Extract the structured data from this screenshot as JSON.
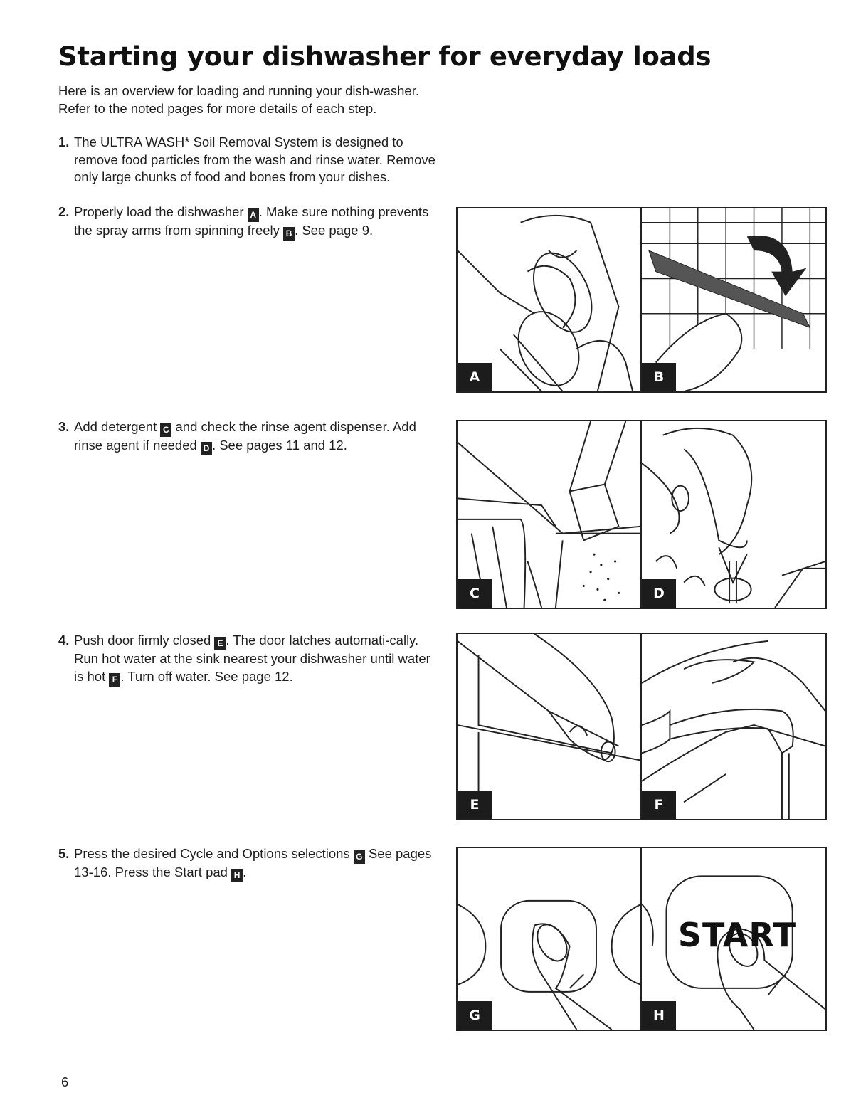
{
  "title": "Starting your dishwasher for everyday loads",
  "intro": "Here is an overview for loading and running your dish-washer. Refer to the noted pages for more details of each step.",
  "steps": [
    {
      "number": "1.",
      "parts": [
        "The ULTRA WASH* Soil Removal System is designed to remove food particles from the wash and rinse water. Remove only large chunks of food and bones from your dishes."
      ]
    },
    {
      "number": "2.",
      "parts": [
        "Properly load the dishwasher ",
        ". Make sure nothing prevents the spray arms from spinning freely ",
        ". See page 9."
      ],
      "tags": [
        "A",
        "B"
      ]
    },
    {
      "number": "3.",
      "parts": [
        "Add detergent ",
        " and check the rinse agent dispenser. Add rinse agent if needed ",
        ". See pages 11 and 12."
      ],
      "tags": [
        "C",
        "D"
      ]
    },
    {
      "number": "4.",
      "parts": [
        "Push door firmly closed ",
        ". The door latches automati-cally. Run hot water at the sink nearest your dishwasher until water is hot ",
        ". Turn off water. See page 12."
      ],
      "tags": [
        "E",
        "F"
      ]
    },
    {
      "number": "5.",
      "parts": [
        "Press the desired Cycle and Options selections ",
        " See pages 13-16. Press the Start pad ",
        "."
      ],
      "tags": [
        "G",
        "H"
      ]
    }
  ],
  "figures": [
    {
      "panels": [
        {
          "label": "A",
          "depicts": "hand-loading-glass-illustration"
        },
        {
          "label": "B",
          "depicts": "spray-arm-rotation-illustration"
        }
      ]
    },
    {
      "panels": [
        {
          "label": "C",
          "depicts": "adding-detergent-illustration"
        },
        {
          "label": "D",
          "depicts": "rinse-agent-bottle-illustration"
        }
      ]
    },
    {
      "panels": [
        {
          "label": "E",
          "depicts": "closing-door-illustration"
        },
        {
          "label": "F",
          "depicts": "hot-water-faucet-illustration"
        }
      ]
    },
    {
      "panels": [
        {
          "label": "G",
          "depicts": "pressing-option-pad-illustration"
        },
        {
          "label": "H",
          "depicts": "pressing-start-pad-illustration",
          "pad_text": "START"
        }
      ]
    }
  ],
  "page_number": "6"
}
